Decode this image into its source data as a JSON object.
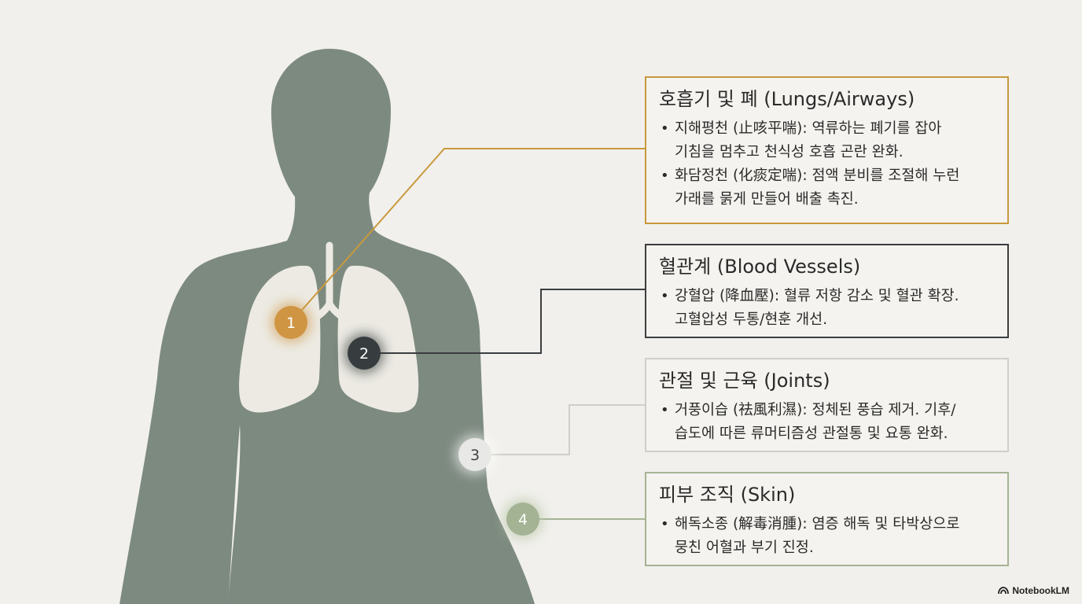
{
  "colors": {
    "background": "#f1f0ec",
    "silhouette": "#7d8a80",
    "lungs": "#eceae3",
    "marker_1": "#cf9543",
    "marker_2": "#373d3f",
    "marker_3": "#e8e8e6",
    "marker_4": "#a3b394",
    "border_lungs": "#c9993d",
    "border_vessels": "#3b3e40",
    "border_joints": "#cfcfca",
    "border_skin": "#a6b395"
  },
  "markers": [
    {
      "number": "1",
      "target": "lungs"
    },
    {
      "number": "2",
      "target": "vessels"
    },
    {
      "number": "3",
      "target": "joints"
    },
    {
      "number": "4",
      "target": "skin"
    }
  ],
  "cards": {
    "lungs": {
      "title": "호흡기 및 폐 (Lungs/Airways)",
      "bullets": [
        [
          "지해평천 (止咳平喘): 역류하는 폐기를 잡아",
          "기침을 멈추고 천식성 호흡 곤란 완화."
        ],
        [
          "화담정천 (化痰定喘): 점액 분비를 조절해 누런",
          "가래를 묽게 만들어 배출 촉진."
        ]
      ]
    },
    "vessels": {
      "title": "혈관계 (Blood Vessels)",
      "bullets": [
        [
          "강혈압 (降血壓): 혈류 저항 감소 및 혈관 확장.",
          "고혈압성 두통/현훈 개선."
        ]
      ]
    },
    "joints": {
      "title": "관절 및 근육 (Joints)",
      "bullets": [
        [
          "거풍이습 (祛風利濕): 정체된 풍습 제거. 기후/",
          "습도에 따른 류머티즘성 관절통 및 요통 완화."
        ]
      ]
    },
    "skin": {
      "title": "피부 조직 (Skin)",
      "bullets": [
        [
          "해독소종 (解毒消腫): 염증 해독 및 타박상으로",
          "뭉친 어혈과 부기 진정."
        ]
      ]
    }
  },
  "brand": {
    "label": "NotebookLM",
    "icon": "notebooklm-logo-icon"
  }
}
